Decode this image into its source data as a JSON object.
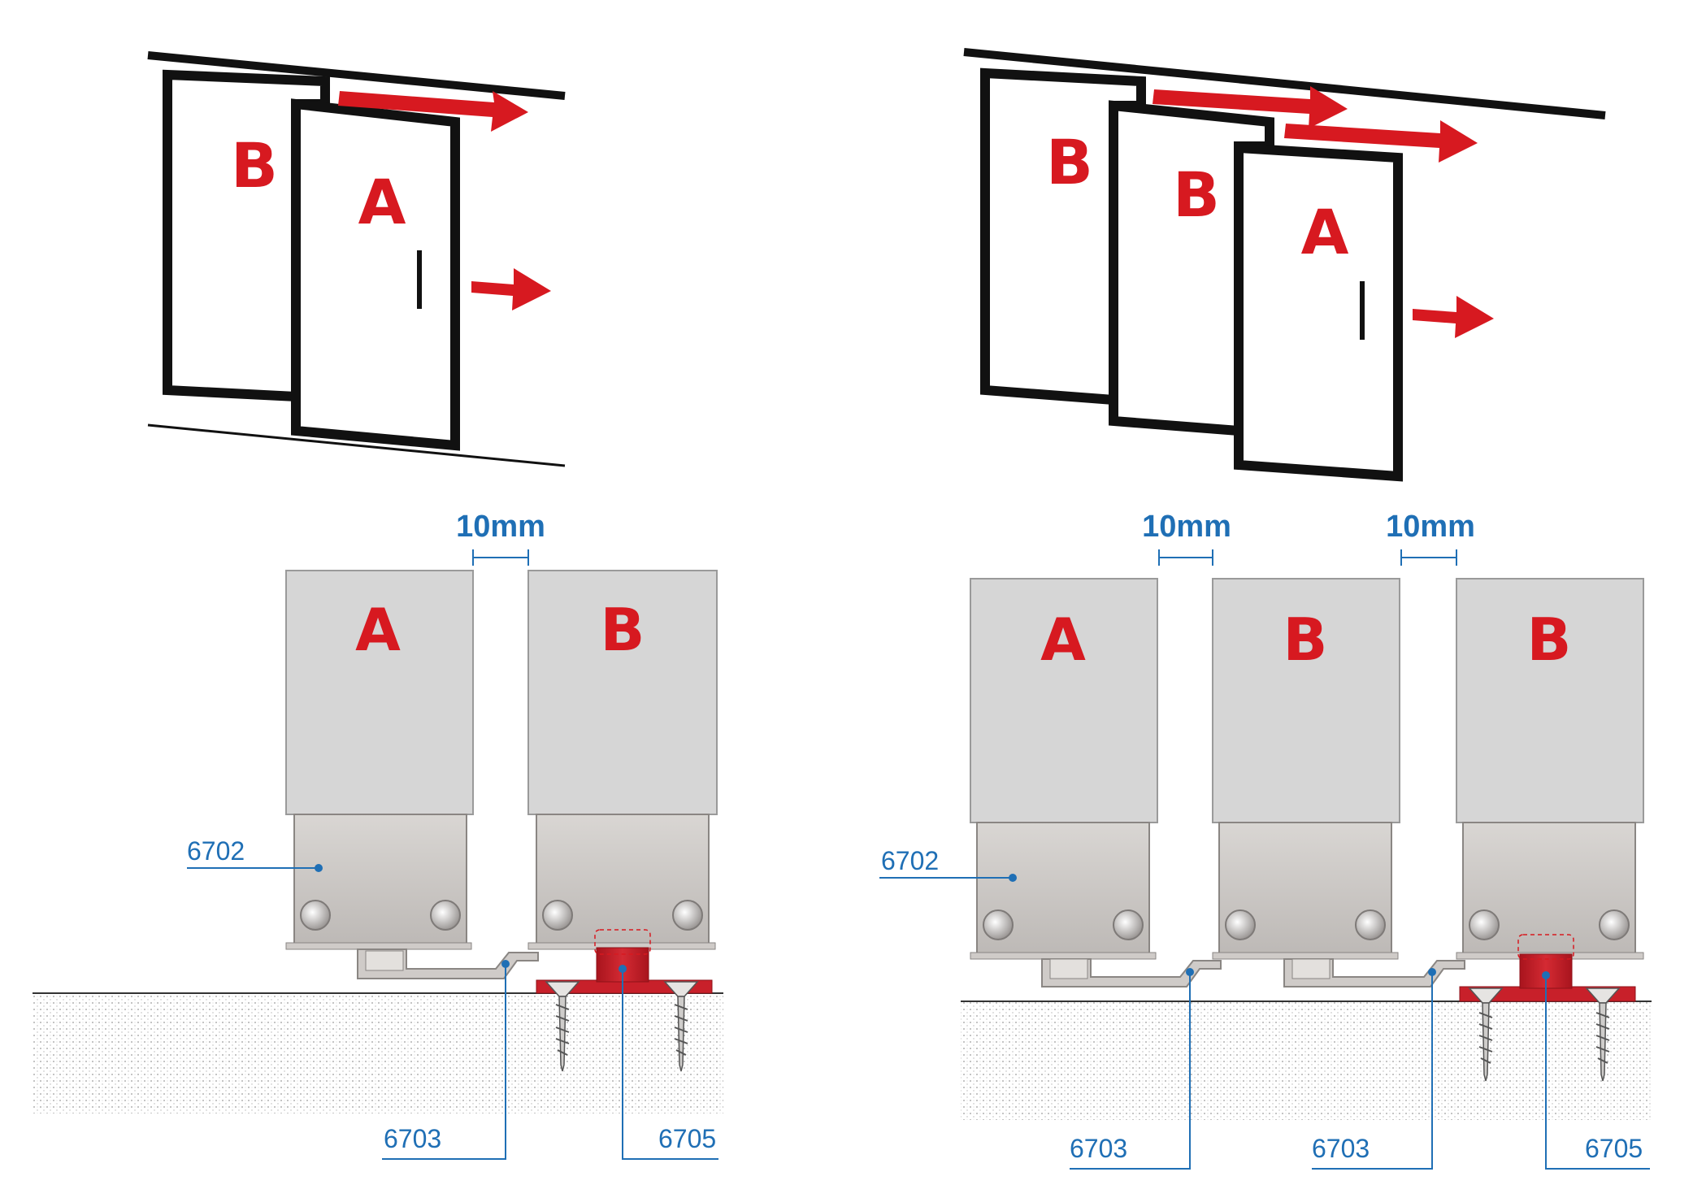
{
  "colors": {
    "door_label": "#d71920",
    "arrow": "#d71920",
    "dimension": "#1f6fb5",
    "panel_fill": "#d6d6d6",
    "bracket_fill": "#cfcbc8",
    "guide_red": "#c8202a",
    "floor_dots": "#9a9a9a"
  },
  "left_diagram": {
    "perspective_doors": [
      "B",
      "A"
    ],
    "section_doors": [
      "A",
      "B"
    ],
    "gap_label": "10mm",
    "labels": {
      "bracket": "6702",
      "guide": "6703",
      "floor_guide": "6705"
    }
  },
  "right_diagram": {
    "perspective_doors": [
      "B",
      "B",
      "A"
    ],
    "section_doors": [
      "A",
      "B",
      "B"
    ],
    "gap_labels": [
      "10mm",
      "10mm"
    ],
    "labels": {
      "bracket": "6702",
      "guide_1": "6703",
      "guide_2": "6703",
      "floor_guide": "6705"
    }
  }
}
